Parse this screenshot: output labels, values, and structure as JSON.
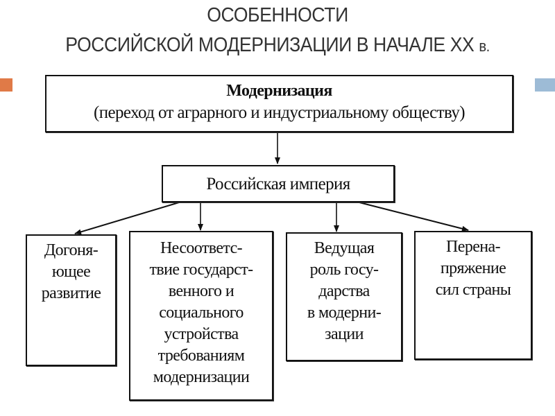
{
  "title": {
    "line1": "ОСОБЕННОСТИ",
    "line2": "РОССИЙСКОЙ МОДЕРНИЗАЦИИ В НАЧАЛЕ XX",
    "line2_suffix": "в."
  },
  "colors": {
    "orange": "#e07a47",
    "blue": "#9dbbd6"
  },
  "top_box": {
    "heading": "Модернизация",
    "subtitle": "(переход от аграрного и индустриальному обществу)"
  },
  "middle_box": {
    "label": "Российская империя"
  },
  "bottom_boxes": [
    {
      "lines": [
        "Догоня-",
        "ющее",
        "развитие"
      ]
    },
    {
      "lines": [
        "Несоответс-",
        "твие государст-",
        "венного и",
        "социального",
        "устройства",
        "требованиям",
        "модернизации"
      ]
    },
    {
      "lines": [
        "Ведущая",
        "роль госу-",
        "дарства",
        "в модерни-",
        "зации"
      ]
    },
    {
      "lines": [
        "Перена-",
        "пряжение",
        "сил страны"
      ]
    }
  ]
}
